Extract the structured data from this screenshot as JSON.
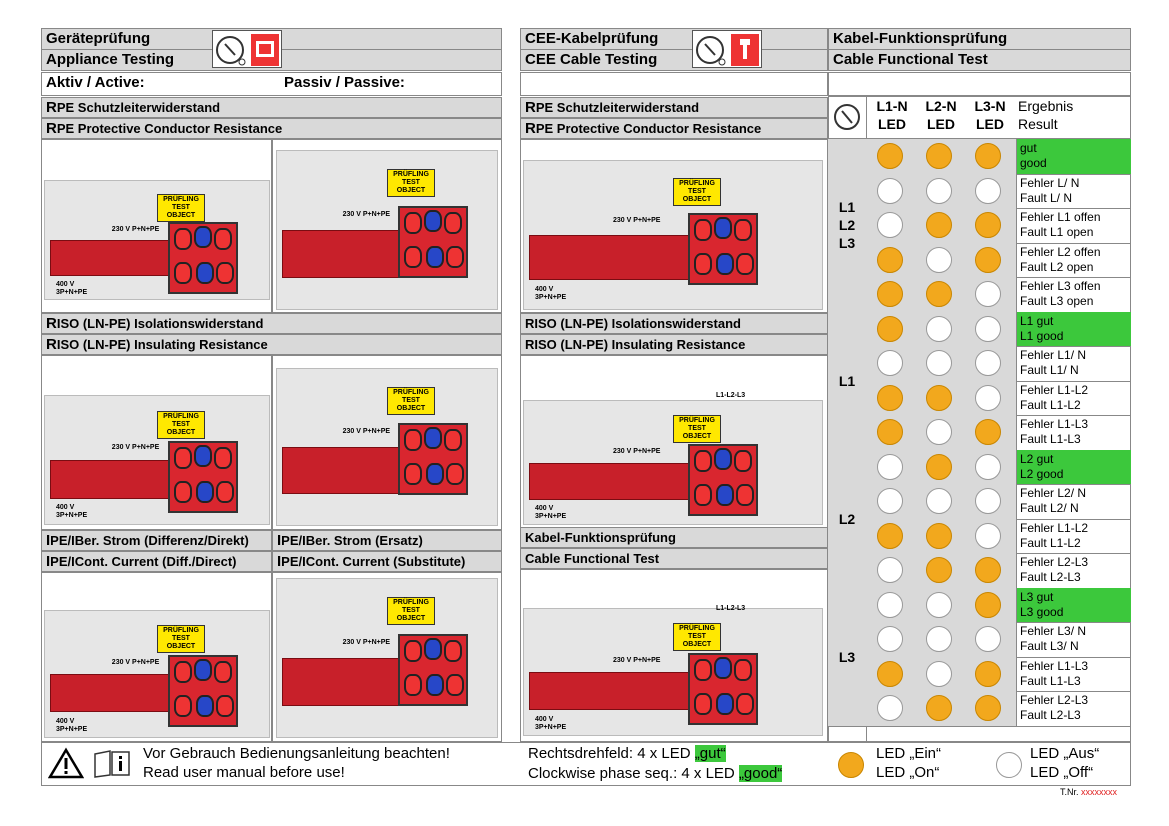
{
  "left": {
    "title_de": "Geräteprüfung",
    "title_en": "Appliance Testing",
    "active": "Aktiv / Active:",
    "passive": "Passiv / Passive:",
    "rpe_de_r": "R",
    "rpe_de": "PE Schutzleiterwiderstand",
    "rpe_en_r": "R",
    "rpe_en": "PE Protective Conductor Resistance",
    "riso_de_r": "R",
    "riso_de": "ISO (LN-PE) Isolationswiderstand",
    "riso_en_r": "R",
    "riso_en": "ISO (LN-PE) Insulating Resistance",
    "ipe_de_a_i": "I",
    "ipe_de_a": "PE/IBer. Strom (Differenz/Direkt)",
    "ipe_en_a_i": "I",
    "ipe_en_a": "PE/ICont. Current (Diff./Direct)",
    "ipe_de_b_i": "I",
    "ipe_de_b": "PE/IBer. Strom (Ersatz)",
    "ipe_en_b_i": "I",
    "ipe_en_b": "PE/ICont. Current (Substitute)"
  },
  "photo_labels": {
    "supply_230": "230 V P+N+PE",
    "supply_400_a": "400 V",
    "supply_400_b": "3P+N+PE",
    "object_de": "PRÜFLING",
    "object_en": "TEST OBJECT",
    "phase_label": "L1-L2-L3"
  },
  "middle": {
    "title_de": "CEE-Kabelprüfung",
    "title_en": "CEE Cable Testing",
    "rpe_de": "PE Schutzleiterwiderstand",
    "rpe_en": "PE Protective Conductor Resistance",
    "riso_de": "RISO (LN-PE) Isolationswiderstand",
    "riso_en": "RISO (LN-PE) Insulating Resistance",
    "func_de": "Kabel-Funktionsprüfung",
    "func_en": "Cable Functional Test"
  },
  "right": {
    "title_de": "Kabel-Funktionsprüfung",
    "title_en": "Cable Functional Test",
    "col_l1n_a": "L1-N",
    "col_l1n_b": "LED",
    "col_l2n_a": "L2-N",
    "col_l2n_b": "LED",
    "col_l3n_a": "L3-N",
    "col_l3n_b": "LED",
    "col_res_a": "Ergebnis",
    "col_res_b": "Result",
    "groups": [
      {
        "label": "L1\nL2\nL3",
        "rows": [
          {
            "leds": [
              1,
              1,
              1
            ],
            "de": "gut",
            "en": "good",
            "green": true
          },
          {
            "leds": [
              0,
              0,
              0
            ],
            "de": "Fehler L/ N",
            "en": "Fault L/ N",
            "green": false
          },
          {
            "leds": [
              0,
              1,
              1
            ],
            "de": "Fehler L1 offen",
            "en": "Fault L1 open",
            "green": false
          },
          {
            "leds": [
              1,
              0,
              1
            ],
            "de": "Fehler L2 offen",
            "en": "Fault L2 open",
            "green": false
          },
          {
            "leds": [
              1,
              1,
              0
            ],
            "de": "Fehler L3 offen",
            "en": "Fault L3 open",
            "green": false
          }
        ]
      },
      {
        "label": "L1",
        "rows": [
          {
            "leds": [
              1,
              0,
              0
            ],
            "de": "L1 gut",
            "en": "L1 good",
            "green": true
          },
          {
            "leds": [
              0,
              0,
              0
            ],
            "de": "Fehler L1/ N",
            "en": "Fault L1/ N",
            "green": false
          },
          {
            "leds": [
              1,
              1,
              0
            ],
            "de": "Fehler L1-L2",
            "en": "Fault L1-L2",
            "green": false
          },
          {
            "leds": [
              1,
              0,
              1
            ],
            "de": "Fehler L1-L3",
            "en": "Fault L1-L3",
            "green": false
          }
        ]
      },
      {
        "label": "L2",
        "rows": [
          {
            "leds": [
              0,
              1,
              0
            ],
            "de": "L2 gut",
            "en": "L2 good",
            "green": true
          },
          {
            "leds": [
              0,
              0,
              0
            ],
            "de": "Fehler L2/ N",
            "en": "Fault L2/ N",
            "green": false
          },
          {
            "leds": [
              1,
              1,
              0
            ],
            "de": "Fehler L1-L2",
            "en": "Fault L1-L2",
            "green": false
          },
          {
            "leds": [
              0,
              1,
              1
            ],
            "de": "Fehler L2-L3",
            "en": "Fault L2-L3",
            "green": false
          }
        ]
      },
      {
        "label": "L3",
        "rows": [
          {
            "leds": [
              0,
              0,
              1
            ],
            "de": "L3 gut",
            "en": "L3 good",
            "green": true
          },
          {
            "leds": [
              0,
              0,
              0
            ],
            "de": "Fehler L3/ N",
            "en": "Fault L3/ N",
            "green": false
          },
          {
            "leds": [
              1,
              0,
              1
            ],
            "de": "Fehler L1-L3",
            "en": "Fault L1-L3",
            "green": false
          },
          {
            "leds": [
              0,
              1,
              1
            ],
            "de": "Fehler L2-L3",
            "en": "Fault L2-L3",
            "green": false
          }
        ]
      }
    ]
  },
  "footer": {
    "manual_de": "Vor Gebrauch Bedienungsanleitung beachten!",
    "manual_en": "Read user manual before use!",
    "phase_de_pre": "Rechtsdrehfeld: 4 x LED ",
    "phase_de_hl": "„gut“",
    "phase_en_pre": "Clockwise phase seq.: 4 x LED ",
    "phase_en_hl": "„good“",
    "led_on_de": "LED „Ein“",
    "led_on_en": "LED „On“",
    "led_off_de": "LED „Aus“",
    "led_off_en": "LED „Off“",
    "tnr_label": "T.Nr.",
    "tnr_value": "xxxxxxxx"
  },
  "colors": {
    "led_on": "#f2a81d",
    "good": "#3cc83c",
    "header_bg": "#d9d9d9",
    "device_red": "#c8202a"
  }
}
